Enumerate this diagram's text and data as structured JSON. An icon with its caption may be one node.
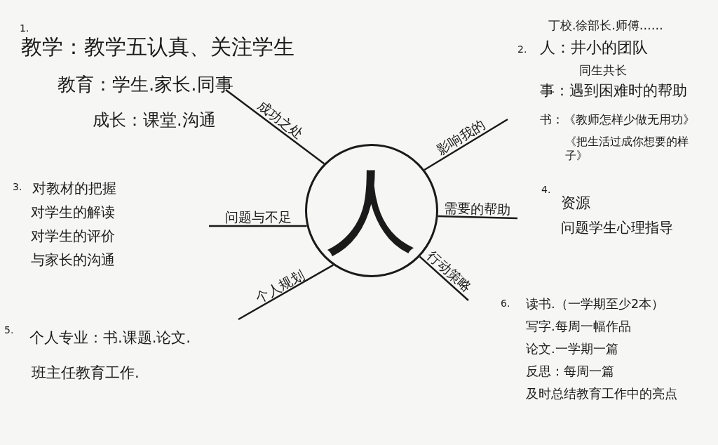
{
  "diagram": {
    "nodes": [
      {
        "text": [
          "人"
        ]
      },
      {
        "text": [
          "成功之处"
        ]
      },
      {
        "text": [
          "影响我的"
        ]
      },
      {
        "text": [
          "需要的帮助"
        ]
      },
      {
        "text": [
          "行动策略"
        ]
      },
      {
        "text": [
          "个人规划"
        ]
      },
      {
        "text": [
          "问题与不足"
        ]
      }
    ],
    "edges": [
      {
        "from": 0,
        "to": 1,
        "arrow": "none"
      },
      {
        "from": 0,
        "to": 2,
        "arrow": "none"
      },
      {
        "from": 0,
        "to": 3,
        "arrow": "none"
      },
      {
        "from": 0,
        "to": 4,
        "arrow": "none"
      },
      {
        "from": 0,
        "to": 5,
        "arrow": "none"
      },
      {
        "from": 0,
        "to": 6,
        "arrow": "none"
      }
    ],
    "labels": [
      "1.",
      "教学：教学五认真、关注学生",
      "教育：学生.家长.同事",
      "成长：课堂.沟通",
      "丁校.徐部长.师傅……",
      "2.",
      "人：井小的团队",
      "同生共长",
      "事：遇到困难时的帮助",
      "书：《教师怎样少做无用功》",
      "《把生活过成你想要的样子》",
      "3.",
      "对教材的把握",
      "对学生的解读",
      "对学生的评价",
      "与家长的沟通",
      "4.",
      "资源",
      "问题学生心理指导",
      "5.",
      "个人专业：书.课题.论文.",
      "班主任教育工作.",
      "6.",
      "读书.（一学期至少2本）",
      "写字.每周一幅作品",
      "论文.一学期一篇",
      "反思：每周一篇",
      "及时总结教育工作中的亮点"
    ]
  }
}
